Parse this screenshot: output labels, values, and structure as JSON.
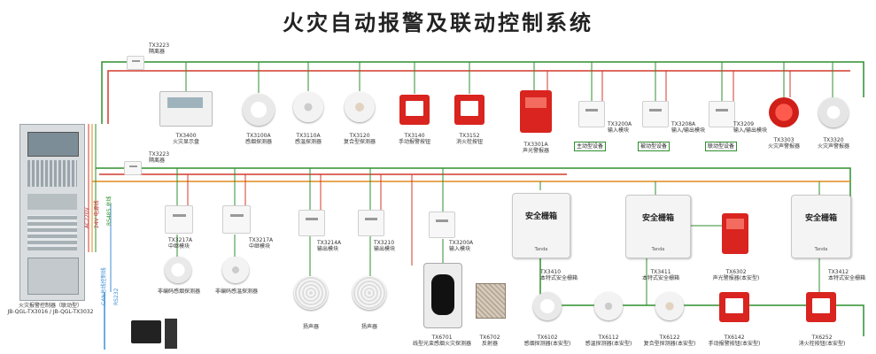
{
  "title": "火灾自动报警及联动控制系统",
  "colors": {
    "green_bus": "#2f8f2f",
    "red_bus": "#d33a2c",
    "orange_bus": "#e08a1e",
    "blue_line": "#3f8fd6",
    "device_red": "#d9241f"
  },
  "isolators": [
    {
      "code": "TX3223",
      "name": "隔离器"
    },
    {
      "code": "TX3223",
      "name": "隔离器"
    }
  ],
  "panel": {
    "line1": "火灾报警控制器（联动型）",
    "line2": "JB-QGL-TX3016 / JB-QGL-TX3032"
  },
  "side_labels": [
    "AC220V",
    "24V 电源线",
    "RS485 总线",
    "CAN总线控制线",
    "RS232"
  ],
  "top_devices": [
    {
      "code": "TX3400",
      "name": "火灾显示盘",
      "icon": "display-panel"
    },
    {
      "code": "TX3100A",
      "name": "感烟探测器",
      "icon": "smoke-detector"
    },
    {
      "code": "TX3110A",
      "name": "感温探测器",
      "icon": "heat-detector"
    },
    {
      "code": "TX3120",
      "name": "复合型探测器",
      "icon": "combo-detector"
    },
    {
      "code": "TX3140",
      "name": "手动报警按钮",
      "icon": "manual-call-point"
    },
    {
      "code": "TX3152",
      "name": "消火栓按钮",
      "icon": "hydrant-button"
    },
    {
      "code": "TX3301A",
      "name": "声光警报器",
      "icon": "sounder-strobe"
    },
    {
      "code": "TX3200A",
      "name": "输入模块",
      "icon": "input-module",
      "tag": "主动型设备"
    },
    {
      "code": "TX3208A",
      "name": "输入/输出模块",
      "icon": "io-module",
      "tag": "被动型设备"
    },
    {
      "code": "TX3209",
      "name": "输入/输出模块",
      "icon": "io-module",
      "tag": "联动型设备"
    },
    {
      "code": "TX3303",
      "name": "火灾声警报器",
      "icon": "fire-alarm-bell"
    },
    {
      "code": "TX3320",
      "name": "火灾声警报器",
      "icon": "fire-sounder"
    }
  ],
  "mid_devices": [
    {
      "code": "TX3217A",
      "name": "中继模块",
      "icon": "relay-module"
    },
    {
      "code": "TX3217A",
      "name": "中继模块",
      "icon": "relay-module"
    },
    {
      "code": "TX3214A",
      "name": "输出模块",
      "icon": "output-module"
    },
    {
      "code": "TX3210",
      "name": "输出模块",
      "icon": "output-module"
    },
    {
      "code": "TX3200A",
      "name": "输入模块",
      "icon": "input-module"
    }
  ],
  "lower_devices": [
    {
      "code": "",
      "name": "非编码感烟探测器",
      "icon": "smoke-detector"
    },
    {
      "code": "",
      "name": "非编码感温探测器",
      "icon": "heat-detector"
    },
    {
      "code": "",
      "name": "扬声器",
      "icon": "speaker"
    },
    {
      "code": "",
      "name": "扬声器",
      "icon": "speaker"
    },
    {
      "code": "TX6701",
      "name": "线型光束感烟火灾探测器",
      "icon": "beam-detector"
    },
    {
      "code": "TX6702",
      "name": "反射器",
      "icon": "reflector"
    }
  ],
  "barriers": [
    {
      "title": "安全栅箱",
      "code": "TX3410",
      "name": "本特式安全栅箱"
    },
    {
      "title": "安全栅箱",
      "code": "TX3411",
      "name": "本特式安全栅箱"
    },
    {
      "title": "安全栅箱",
      "code": "TX3412",
      "name": "本特式安全栅箱"
    }
  ],
  "barrier_brand": "Tanda",
  "barrier_side_device": {
    "code": "TX6302",
    "name": "声光警报器(本安型)"
  },
  "bottom_devices": [
    {
      "code": "TX6102",
      "name": "感烟探测器(本安型)",
      "icon": "smoke-detector"
    },
    {
      "code": "TX6112",
      "name": "感温探测器(本安型)",
      "icon": "heat-detector"
    },
    {
      "code": "TX6122",
      "name": "复合型探测器(本安型)",
      "icon": "combo-detector"
    },
    {
      "code": "TX6142",
      "name": "手动报警按钮(本安型)",
      "icon": "manual-call-point"
    },
    {
      "code": "TX6252",
      "name": "消火栓按钮(本安型)",
      "icon": "hydrant-button"
    }
  ]
}
